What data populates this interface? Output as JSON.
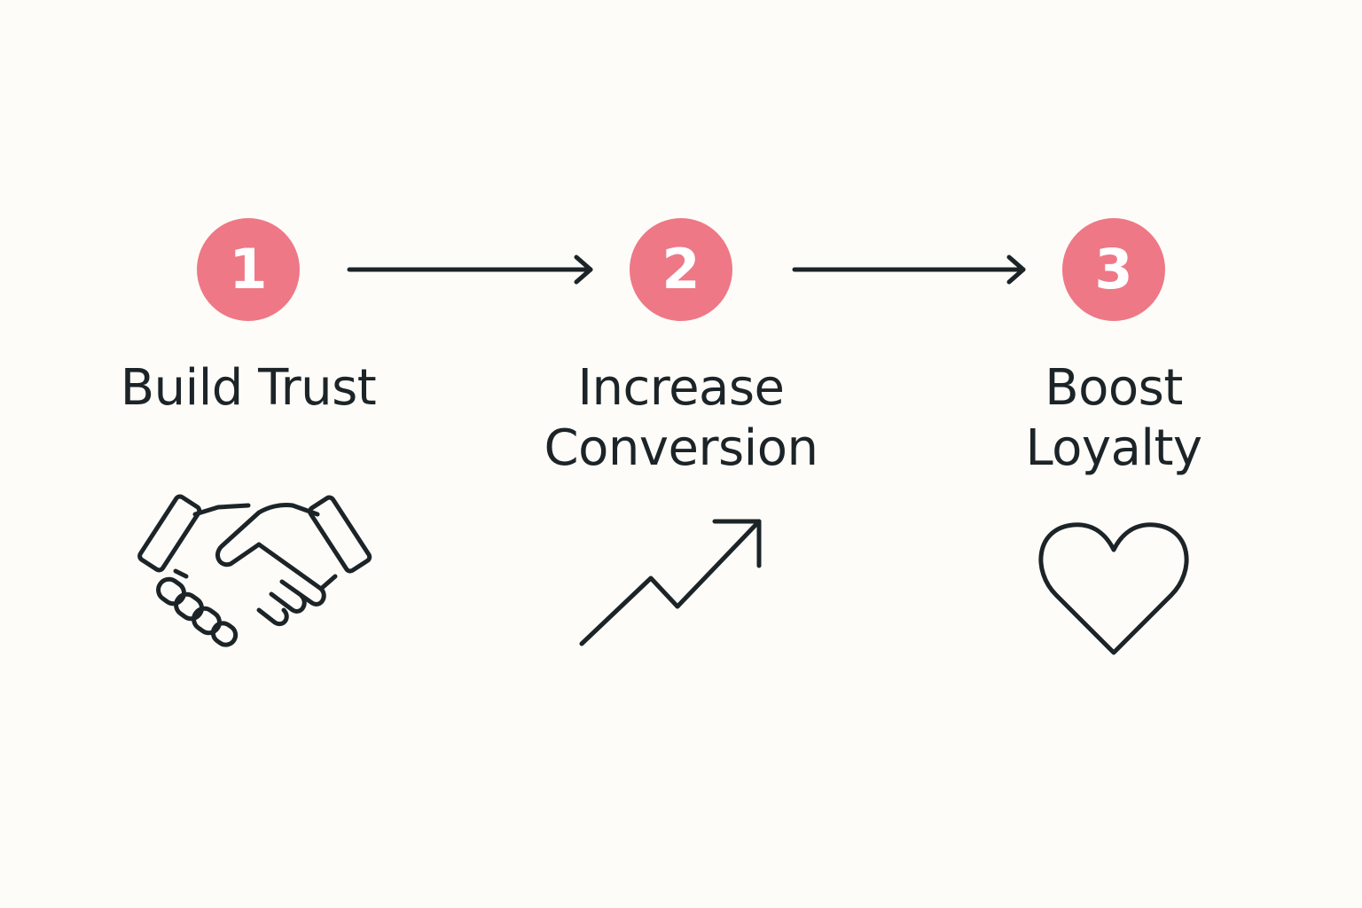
{
  "colors": {
    "background": "#fdfcf8",
    "badge": "#ee7886",
    "badge_text": "#ffffff",
    "ink": "#1c2428"
  },
  "steps": [
    {
      "number": "1",
      "label_lines": [
        "Build Trust"
      ],
      "icon": "handshake-icon"
    },
    {
      "number": "2",
      "label_lines": [
        "Increase",
        "Conversion"
      ],
      "icon": "trend-up-arrow-icon"
    },
    {
      "number": "3",
      "label_lines": [
        "Boost",
        "Loyalty"
      ],
      "icon": "heart-icon"
    }
  ],
  "connectors": [
    "arrow-right-icon",
    "arrow-right-icon"
  ]
}
